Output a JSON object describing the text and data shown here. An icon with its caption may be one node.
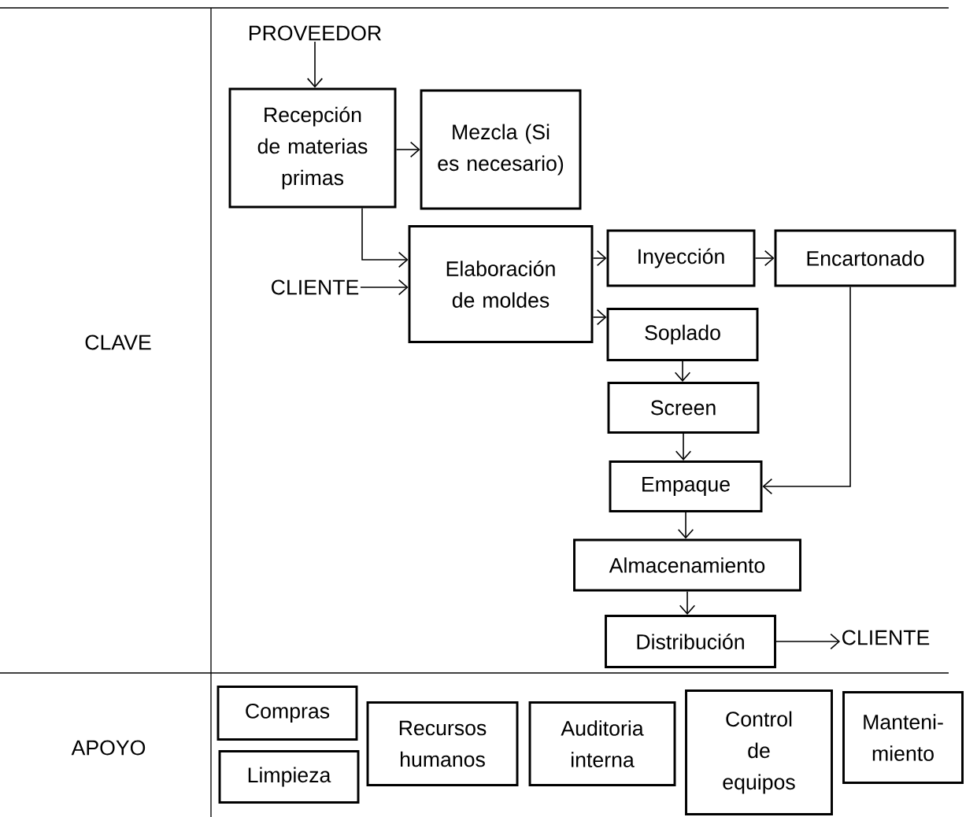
{
  "diagram": {
    "nodes": [
      {
        "text": [
          "PROVEEDOR"
        ]
      },
      {
        "text": [
          "Recepción de materias primas"
        ]
      },
      {
        "text": [
          "Mezcla (Si es necesario)"
        ]
      },
      {
        "text": [
          "CLIENTE"
        ]
      },
      {
        "text": [
          "Elaboración de moldes"
        ]
      },
      {
        "text": [
          "Inyección"
        ]
      },
      {
        "text": [
          "Encartonado"
        ]
      },
      {
        "text": [
          "Soplado"
        ]
      },
      {
        "text": [
          "Screen"
        ]
      },
      {
        "text": [
          "Empaque"
        ]
      },
      {
        "text": [
          "Almacenamiento"
        ]
      },
      {
        "text": [
          "Distribución"
        ]
      },
      {
        "text": [
          "CLIENTE"
        ]
      },
      {
        "text": [
          "Compras"
        ]
      },
      {
        "text": [
          "Limpieza"
        ]
      },
      {
        "text": [
          "Recursos humanos"
        ]
      },
      {
        "text": [
          "Auditoria interna"
        ]
      },
      {
        "text": [
          "Control de equipos"
        ]
      },
      {
        "text": [
          "Manteni- miento"
        ]
      }
    ],
    "edges": [
      {
        "from": 0,
        "to": 1,
        "arrow": "to"
      },
      {
        "from": 1,
        "to": 2,
        "arrow": "to"
      },
      {
        "from": 1,
        "to": 4,
        "arrow": "to"
      },
      {
        "from": 3,
        "to": 4,
        "arrow": "to"
      },
      {
        "from": 4,
        "to": 5,
        "arrow": "to"
      },
      {
        "from": 4,
        "to": 7,
        "arrow": "to"
      },
      {
        "from": 5,
        "to": 6,
        "arrow": "to"
      },
      {
        "from": 7,
        "to": 8,
        "arrow": "to"
      },
      {
        "from": 8,
        "to": 9,
        "arrow": "to"
      },
      {
        "from": 6,
        "to": 9,
        "arrow": "to"
      },
      {
        "from": 9,
        "to": 10,
        "arrow": "to"
      },
      {
        "from": 10,
        "to": 11,
        "arrow": "to"
      },
      {
        "from": 11,
        "to": 12,
        "arrow": "to"
      }
    ],
    "labels": [
      "CLAVE",
      "APOYO"
    ]
  }
}
